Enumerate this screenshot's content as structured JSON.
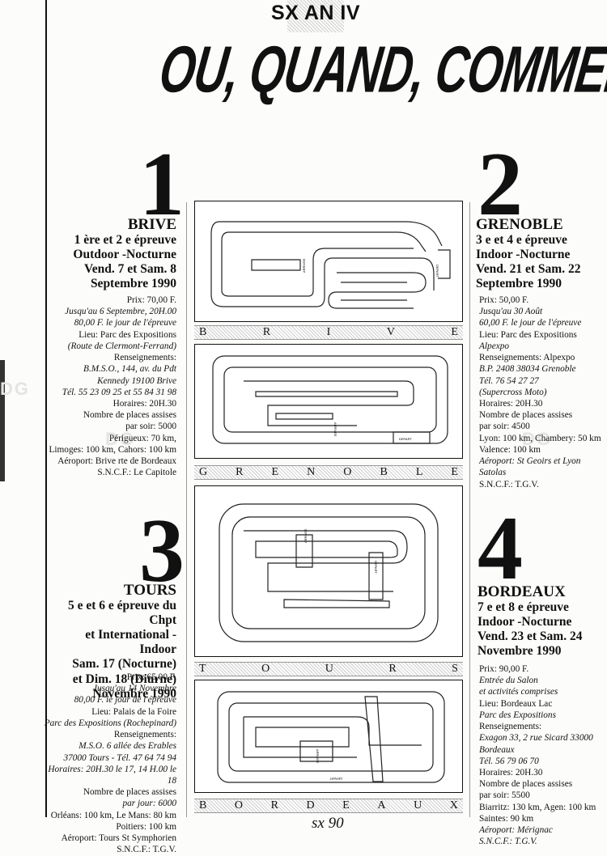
{
  "header": {
    "kicker": "SX AN IV",
    "headline": "OU, QUAND, COMMENT ?"
  },
  "events": [
    {
      "number": "1",
      "city": "BRIVE",
      "rounds": "1 ère et 2 e épreuve",
      "type": "Outdoor -Nocturne",
      "dates": "Vend. 7 et Sam. 8",
      "month": "Septembre 1990",
      "info": [
        "Prix: 70,00 F.",
        "Jusqu'au 6 Septembre, 20H.00",
        "80,00 F. le jour de l'épreuve",
        "Lieu: Parc des Expositions",
        "(Route de Clermont-Ferrand)",
        "Renseignements:",
        "B.M.S.O., 144, av. du Pdt",
        "Kennedy 19100 Brive",
        "Tél. 55 23 09 25 et 55 84 31 98",
        "Horaires: 20H.30",
        "Nombre de places assises",
        "par soir: 5000",
        "Périgueux: 70 km,",
        "Limoges: 100 km, Cahors: 100 km",
        "Aéroport: Brive rte de Bordeaux",
        "S.N.C.F.: Le Capitole"
      ],
      "banner": [
        "B",
        "R",
        "I",
        "V",
        "E"
      ],
      "start_label": "DEPART",
      "finish_label": "ARRIVEE"
    },
    {
      "number": "2",
      "city": "GRENOBLE",
      "rounds": "3 e et 4 e épreuve",
      "type": "Indoor -Nocturne",
      "dates": "Vend. 21 et Sam. 22",
      "month": "Septembre 1990",
      "info": [
        "Prix: 50,00 F.",
        "Jusqu'au 30 Août",
        "60,00 F. le jour de l'épreuve",
        "Lieu: Parc des Expositions",
        "Alpexpo",
        "Renseignements: Alpexpo",
        "B.P. 2408 38034 Grenoble",
        "Tél. 76 54 27 27",
        "(Supercross Moto)",
        "Horaires: 20H.30",
        "Nombre de places assises",
        "par soir: 4500",
        "Lyon: 100 km, Chambery: 50 km",
        "Valence: 100 km",
        "Aéroport: St Geoirs et Lyon Satolas",
        "S.N.C.F.: T.G.V."
      ],
      "banner": [
        "G",
        "R",
        "E",
        "N",
        "O",
        "B",
        "L",
        "E"
      ],
      "start_label": "DEPART",
      "finish_label": "ARRIVEE"
    },
    {
      "number": "3",
      "city": "TOURS",
      "rounds": "5 e et 6 e épreuve du Chpt",
      "type": "et International - Indoor",
      "dates": "Sam. 17 (Nocturne)",
      "dates2": "et Dim. 18 (Diurne)",
      "month": "Novembre 1990",
      "info": [
        "Prix: 65,00 F.",
        "Jusqu'au 14 Novembre",
        "80,00 F. le jour de l'épreuve",
        "Lieu: Palais de la Foire",
        "Parc des Expositions (Rochepinard)",
        "Renseignements:",
        "M.S.O. 6 allée des Erables",
        "37000 Tours - Tél. 47 64 74 94",
        "Horaires: 20H.30 le 17, 14 H.00 le 18",
        "Nombre de places assises",
        "par jour: 6000",
        "Orléans: 100 km, Le Mans: 80 km",
        "Poitiers: 100 km",
        "Aéroport: Tours St Symphorien",
        "S.N.C.F.: T.G.V."
      ],
      "banner": [
        "T",
        "O",
        "U",
        "R",
        "S"
      ],
      "start_label": "DEPART",
      "finish_label": "ARRIVEE"
    },
    {
      "number": "4",
      "city": "BORDEAUX",
      "rounds": "7 e et 8 e épreuve",
      "type": "Indoor -Nocturne",
      "dates": "Vend. 23 et Sam. 24",
      "month": "Novembre 1990",
      "info": [
        "Prix: 90,00 F.",
        "Entrée du Salon",
        "et activités comprises",
        "Lieu: Bordeaux Lac",
        "Parc des Expositions",
        "Renseignements:",
        "Exagon 33, 2 rue Sicard 33000",
        "Bordeaux",
        "Tél. 56 79 06 70",
        "Horaires: 20H.30",
        "Nombre de places assises",
        "par soir: 5500",
        "Biarritz: 130 km, Agen: 100 km",
        "Saintes: 90 km",
        "Aéroport: Mérignac",
        "S.N.C.F.: T.G.V."
      ],
      "banner": [
        "B",
        "O",
        "R",
        "D",
        "E",
        "A",
        "U",
        "X"
      ],
      "start_label": "DEPART",
      "finish_label": "ARRIVEE"
    }
  ],
  "watermark": "DG",
  "footer": "sx 90"
}
